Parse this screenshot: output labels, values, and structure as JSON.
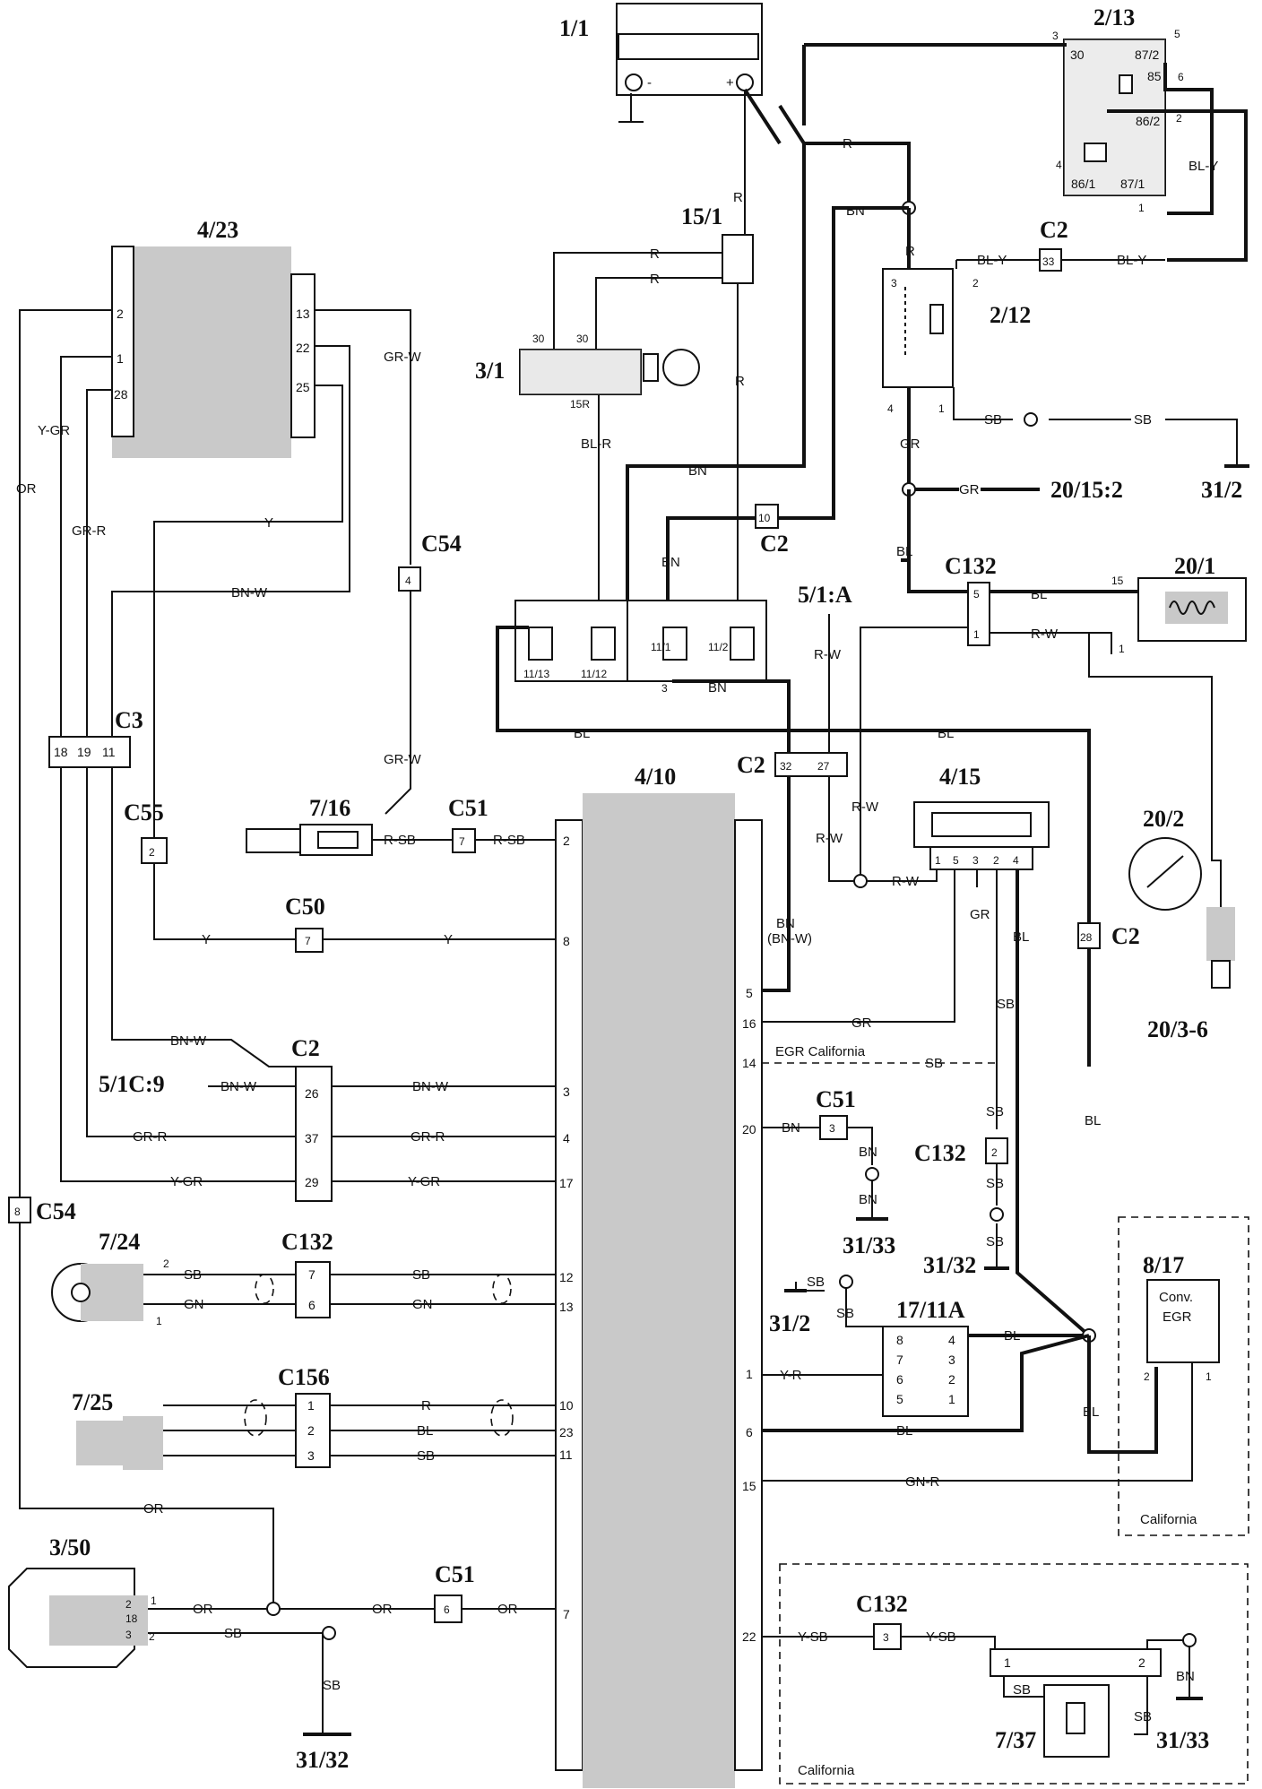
{
  "components": {
    "c_1_1": "1/1",
    "c_2_13": "2/13",
    "c_15_1": "15/1",
    "c_4_23": "4/23",
    "c_3_1": "3/1",
    "c_2_12": "2/12",
    "c_20_15_2": "20/15:2",
    "c_31_2a": "31/2",
    "c_20_1": "20/1",
    "c_5_1a": "5/1:A",
    "c_4_10": "4/10",
    "c_4_15": "4/15",
    "c_20_2": "20/2",
    "c_20_3_6": "20/3-6",
    "c_7_16": "7/16",
    "c_5_1c9": "5/1C:9",
    "c_7_24": "7/24",
    "c_7_25": "7/25",
    "c_3_50": "3/50",
    "c_31_33a": "31/33",
    "c_31_32a": "31/32",
    "c_31_2b": "31/2",
    "c_17_11a": "17/11A",
    "c_8_17": "8/17",
    "c_7_37": "7/37",
    "c_31_33b": "31/33",
    "c_31_32b": "31/32"
  },
  "connectors": {
    "c2_a": "C2",
    "c2_b": "C2",
    "c2_c": "C2",
    "c2_d": "C2",
    "c2_e": "C2",
    "c132_a": "C132",
    "c132_b": "C132",
    "c132_c": "C132",
    "c132_d": "C132",
    "c54_a": "C54",
    "c54_b": "C54",
    "c55": "C55",
    "c51_a": "C51",
    "c51_b": "C51",
    "c51_c": "C51",
    "c50": "C50",
    "c3": "C3",
    "c156": "C156"
  },
  "connector_pins": {
    "p33": "33",
    "p10": "10",
    "p5": "5",
    "p1": "1",
    "p4": "4",
    "p32": "32",
    "p27": "27",
    "p28": "28",
    "p2": "2",
    "p7a": "7",
    "p7b": "7",
    "p7c": "7",
    "p3a": "3",
    "p3b": "3",
    "p8": "8",
    "p6a": "6",
    "p6b": "6",
    "p1c": "1",
    "p2c": "2",
    "p3c": "3",
    "p18": "18",
    "p19": "19",
    "p11": "11",
    "p26": "26",
    "p37": "37",
    "p29": "29"
  },
  "wire_colors": {
    "r1": "R",
    "r2": "R",
    "r3": "R",
    "r4": "R",
    "r5": "R",
    "r6": "R",
    "bn1": "BN",
    "bn2": "BN",
    "bn3": "BN",
    "bn4": "BN",
    "bn5": "BN",
    "bn6": "BN",
    "bly1": "BL-Y",
    "bly2": "BL-Y",
    "bly3": "BL-Y",
    "grw1": "GR-W",
    "grw2": "GR-W",
    "ygr1": "Y-GR",
    "ygr2": "Y-GR",
    "ygr3": "Y-GR",
    "or1": "OR",
    "or2": "OR",
    "or3": "OR",
    "or4": "OR",
    "or5": "OR",
    "grr1": "GR-R",
    "grr2": "GR-R",
    "grr3": "GR-R",
    "y1": "Y",
    "y2": "Y",
    "y3": "Y",
    "bnw1": "BN-W",
    "bnw2": "BN-W",
    "bnw3": "BN-W",
    "bnw4": "BN-W",
    "blr": "BL-R",
    "gr1": "GR",
    "gr2": "GR",
    "gr3": "GR",
    "gr4": "GR",
    "sb1": "SB",
    "sb2": "SB",
    "sb3": "SB",
    "sb4": "SB",
    "sb5": "SB",
    "sb6": "SB",
    "sb7": "SB",
    "sb8": "SB",
    "sb9": "SB",
    "sb10": "SB",
    "sb11": "SB",
    "sb12": "SB",
    "sb13": "SB",
    "sb14": "SB",
    "sb15": "SB",
    "sb16": "SB",
    "bl1": "BL",
    "bl2": "BL",
    "bl3": "BL",
    "bl4": "BL",
    "bl5": "BL",
    "bl6": "BL",
    "bl7": "BL",
    "bl8": "BL",
    "bl9": "BL",
    "rw1": "R-W",
    "rw2": "R-W",
    "rw3": "R-W",
    "rw4": "R-W",
    "rw5": "R-W",
    "rsb1": "R-SB",
    "rsb2": "R-SB",
    "gn1": "GN",
    "gn2": "GN",
    "yr": "Y-R",
    "gnr": "GN-R",
    "ysb1": "Y-SB",
    "ysb2": "Y-SB",
    "bnbnw": "(BN-W)",
    "egr": "EGR California"
  },
  "pins": {
    "p_2": "2",
    "p_1": "1",
    "p_28": "28",
    "p_13": "13",
    "p_22": "22",
    "p_25": "25",
    "p_30a": "30",
    "p_30b": "30",
    "p_15r": "15R",
    "p_1113": "11/13",
    "p_1112": "11/12",
    "p_111": "11/1",
    "p_112": "11/2",
    "p_3": "3",
    "r30": "30",
    "r87_2": "87/2",
    "r85": "85",
    "r86_2": "86/2",
    "r86_1": "86/1",
    "r87_1": "87/1",
    "r3": "3",
    "r5": "5",
    "r6": "6",
    "r2": "2",
    "r4": "4",
    "r1": "1",
    "t3": "3",
    "t2": "2",
    "t4": "4",
    "t1": "1",
    "e15": "15",
    "e1": "1",
    "u2": "2",
    "u8": "8",
    "u5": "5",
    "u16": "16",
    "u14": "14",
    "u3": "3",
    "u20": "20",
    "u4": "4",
    "u17": "17",
    "u12": "12",
    "u13": "13",
    "u1": "1",
    "u10": "10",
    "u23": "23",
    "u6": "6",
    "u11": "11",
    "u15": "15",
    "u7": "7",
    "u22": "22",
    "i1": "1",
    "i5": "5",
    "i3": "3",
    "i2": "2",
    "i4": "4",
    "k8": "8",
    "k7": "7",
    "k6": "6",
    "k5": "5",
    "k4": "4",
    "k3": "3",
    "k2": "2",
    "k1": "1",
    "s2": "2",
    "s1": "1",
    "s1b": "1",
    "s2b": "2",
    "s18": "18",
    "s3": "3",
    "s2c": "2",
    "v1": "1",
    "v2": "2",
    "v2b": "2",
    "v1b": "1",
    "g1": "1",
    "g2": "2"
  },
  "notes": {
    "conv": "Conv.",
    "egr": "EGR",
    "california1": "California",
    "california2": "California"
  }
}
